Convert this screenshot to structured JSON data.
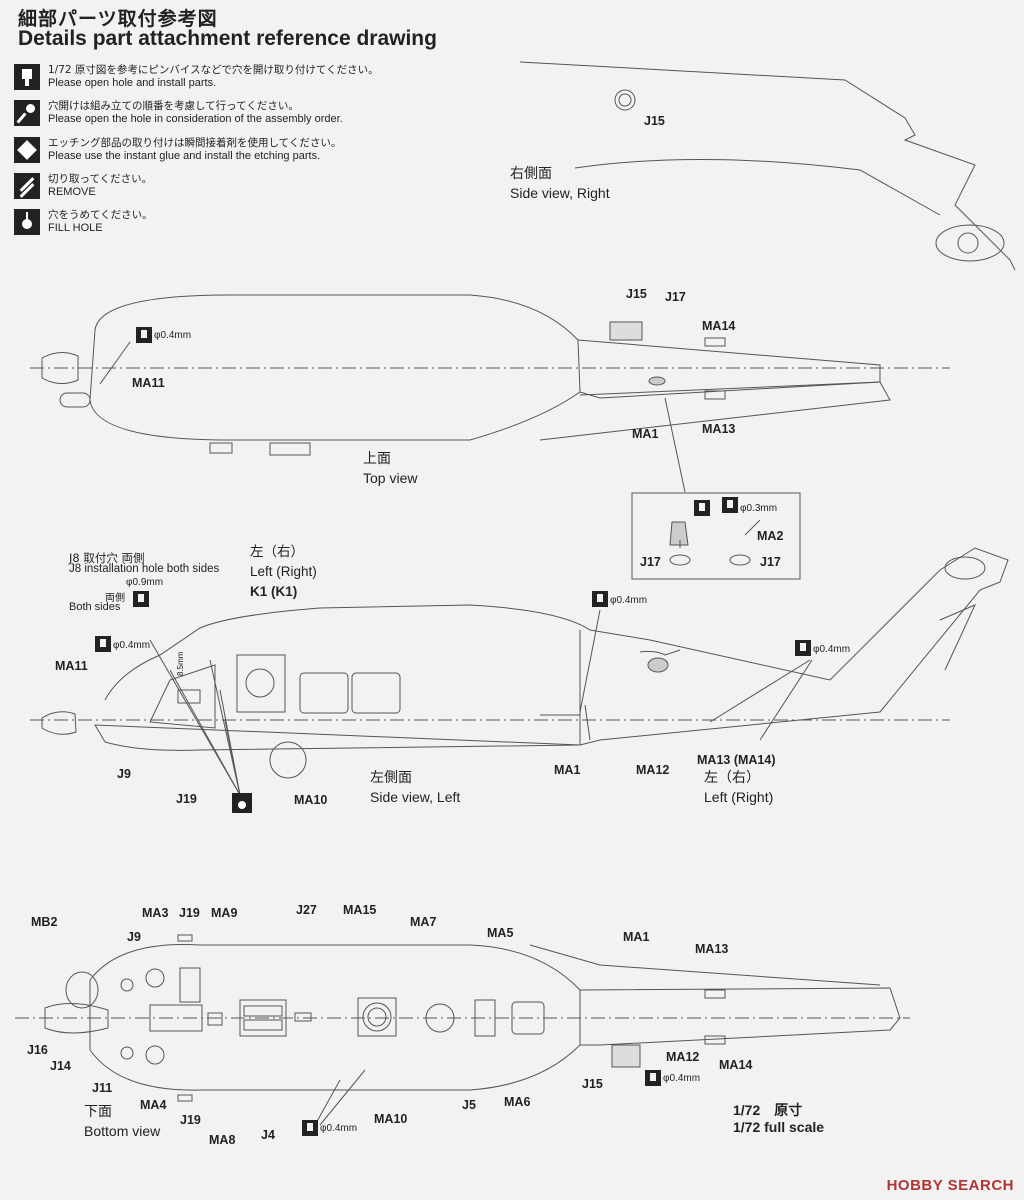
{
  "header": {
    "title_jp": "細部パーツ取付参考図",
    "title_en": "Details part attachment reference drawing"
  },
  "legend": [
    {
      "icon": "drill-icon",
      "jp": "1/72 原寸図を参考にピンバイスなどで穴を開け取り付けてください。",
      "en": "Please open hole and install parts."
    },
    {
      "icon": "pin-vise-icon",
      "jp": "穴開けは組み立ての順番を考慮して行ってください。",
      "en": "Please open the hole in consideration of the assembly order."
    },
    {
      "icon": "diamond-icon",
      "jp": "エッチング部品の取り付けは瞬間接着剤を使用してください。",
      "en": "Please use the instant glue and install the etching parts."
    },
    {
      "icon": "cut-icon",
      "jp": "切り取ってください。",
      "en": "REMOVE"
    },
    {
      "icon": "fill-hole-icon",
      "jp": "穴をうめてください。",
      "en": "FILL  HOLE"
    }
  ],
  "views": {
    "right_side": {
      "jp": "右側面",
      "en": "Side view, Right"
    },
    "top": {
      "jp": "上面",
      "en": "Top view"
    },
    "left_side": {
      "jp": "左側面",
      "en": "Side view, Left"
    },
    "bottom": {
      "jp": "下面",
      "en": "Bottom view"
    }
  },
  "notes": {
    "j8_jp": "J8 取付穴  両側",
    "j8_en": "J8 installation hole both sides",
    "both_sides_jp": "両側",
    "both_sides_en": "Both sides",
    "d09": "φ0.9mm",
    "d04": "φ0.4mm",
    "d03": "φ0.3mm",
    "dim85": "8.5mm",
    "k1_jp": "左（右）",
    "k1_en": "Left (Right)",
    "k1_part": "K1 (K1)",
    "ma13_jp": "左（右）",
    "ma13_en": "Left (Right)"
  },
  "parts": {
    "J15": "J15",
    "J17": "J17",
    "MA14": "MA14",
    "MA11": "MA11",
    "MA1": "MA1",
    "MA13": "MA13",
    "MA2": "MA2",
    "J9": "J9",
    "J19": "J19",
    "MA10": "MA10",
    "MA12": "MA12",
    "MA13_14": "MA13 (MA14)",
    "MB2": "MB2",
    "MA3": "MA3",
    "MA9": "MA9",
    "J27": "J27",
    "MA15": "MA15",
    "MA7": "MA7",
    "MA5": "MA5",
    "J16": "J16",
    "J14": "J14",
    "J11": "J11",
    "MA4": "MA4",
    "MA8": "MA8",
    "J4": "J4",
    "J5": "J5",
    "MA6": "MA6"
  },
  "scale": {
    "jp": "1/72　原寸",
    "en": "1/72 full scale"
  },
  "footer": {
    "brand": "HOBBY SEARCH"
  }
}
